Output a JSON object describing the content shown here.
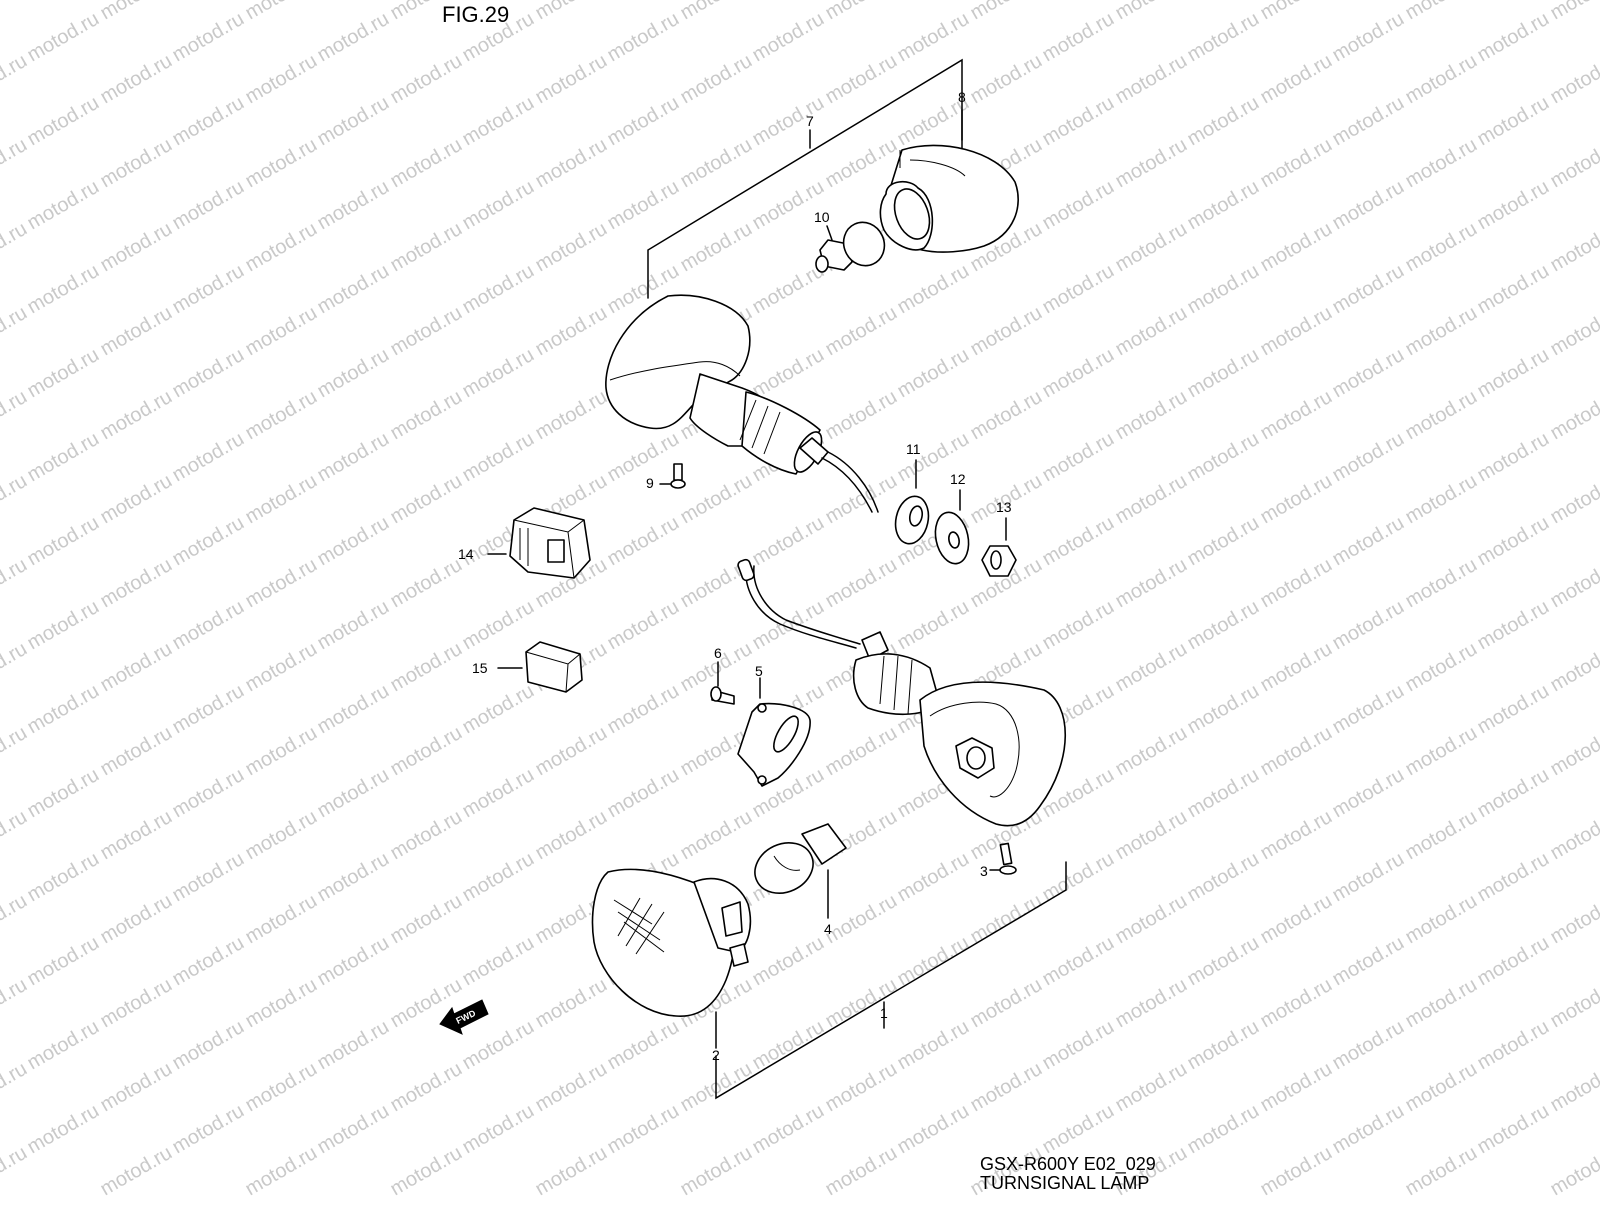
{
  "figure": {
    "title": "FIG.29"
  },
  "watermark": {
    "text": "motod.ru",
    "color": "#c9c9c9"
  },
  "model": {
    "code": "GSX-R600Y E02_029",
    "name": "TURNSIGNAL LAMP"
  },
  "fwd_arrow": {
    "text": "FWD"
  },
  "callouts": {
    "c1": "1",
    "c2": "2",
    "c3": "3",
    "c4": "4",
    "c5": "5",
    "c6": "6",
    "c7": "7",
    "c8": "8",
    "c9": "9",
    "c10": "10",
    "c11": "11",
    "c12": "12",
    "c13": "13",
    "c14": "14",
    "c15": "15"
  }
}
